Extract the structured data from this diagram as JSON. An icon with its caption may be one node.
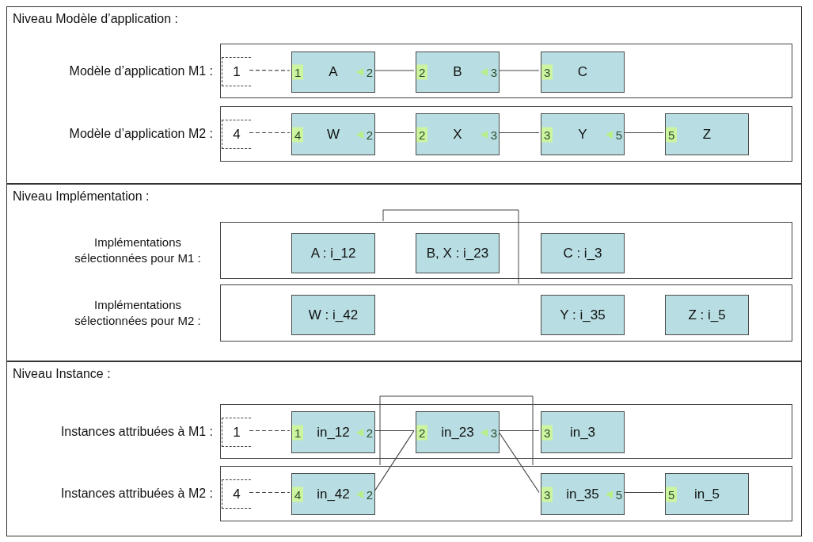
{
  "diagram": {
    "nodes": [
      {
        "text": [
          "Niveau Modèle d’application :"
        ]
      },
      {
        "text": [
          "Modèle d’application M1 :"
        ],
        "in": 0
      },
      {
        "text": [
          "1"
        ],
        "in": 1
      },
      {
        "text": [
          "1",
          "A",
          "2"
        ],
        "in": 1
      },
      {
        "text": [
          "2",
          "B",
          "3"
        ],
        "in": 1
      },
      {
        "text": [
          "3",
          "C"
        ],
        "in": 1
      },
      {
        "text": [
          "Modèle d’application M2 :"
        ],
        "in": 0
      },
      {
        "text": [
          "4"
        ],
        "in": 6
      },
      {
        "text": [
          "4",
          "W",
          "2"
        ],
        "in": 6
      },
      {
        "text": [
          "2",
          "X",
          "3"
        ],
        "in": 6
      },
      {
        "text": [
          "3",
          "Y",
          "5"
        ],
        "in": 6
      },
      {
        "text": [
          "5",
          "Z"
        ],
        "in": 6
      },
      {
        "text": [
          "Niveau Implémentation :"
        ]
      },
      {
        "text": [
          "Implémentations sélectionnées pour M1 :"
        ],
        "in": 12
      },
      {
        "text": [
          "A : i_12"
        ],
        "in": 13
      },
      {
        "text": [
          "B, X : i_23"
        ],
        "in": 13
      },
      {
        "text": [
          "C : i_3"
        ],
        "in": 13
      },
      {
        "text": [
          "Implémentations sélectionnées pour M2 :"
        ],
        "in": 12
      },
      {
        "text": [
          "W : i_42"
        ],
        "in": 17
      },
      {
        "text": [
          "Y : i_35"
        ],
        "in": 17
      },
      {
        "text": [
          "Z : i_5"
        ],
        "in": 17
      },
      {
        "text": [
          "Niveau Instance :"
        ]
      },
      {
        "text": [
          "Instances attribuées à M1 :"
        ],
        "in": 21
      },
      {
        "text": [
          "1"
        ],
        "in": 22
      },
      {
        "text": [
          "1",
          "in_12",
          "2"
        ],
        "in": 22
      },
      {
        "text": [
          "2",
          "in_23",
          "3"
        ],
        "in": 22
      },
      {
        "text": [
          "3",
          "in_3"
        ],
        "in": 22
      },
      {
        "text": [
          "Instances attribuées à M2 :"
        ],
        "in": 21
      },
      {
        "text": [
          "4"
        ],
        "in": 27
      },
      {
        "text": [
          "4",
          "in_42",
          "2"
        ],
        "in": 27
      },
      {
        "text": [
          "3",
          "in_35",
          "5"
        ],
        "in": 27
      },
      {
        "text": [
          "5",
          "in_5"
        ],
        "in": 27
      }
    ],
    "edges": [
      {
        "from": 2,
        "to": 3,
        "arrow": "none",
        "style": "dashed"
      },
      {
        "from": 3,
        "to": 4,
        "arrow": "none"
      },
      {
        "from": 4,
        "to": 5,
        "arrow": "none"
      },
      {
        "from": 7,
        "to": 8,
        "arrow": "none",
        "style": "dashed"
      },
      {
        "from": 8,
        "to": 9,
        "arrow": "none"
      },
      {
        "from": 9,
        "to": 10,
        "arrow": "none"
      },
      {
        "from": 10,
        "to": 11,
        "arrow": "none"
      },
      {
        "from": 23,
        "to": 24,
        "arrow": "none",
        "style": "dashed"
      },
      {
        "from": 24,
        "to": 25,
        "arrow": "none"
      },
      {
        "from": 25,
        "to": 26,
        "arrow": "none"
      },
      {
        "from": 29,
        "to": 25,
        "arrow": "none"
      },
      {
        "from": 25,
        "to": 30,
        "arrow": "none"
      },
      {
        "from": 28,
        "to": 29,
        "arrow": "none",
        "style": "dashed"
      },
      {
        "from": 30,
        "to": 31,
        "arrow": "none"
      }
    ]
  }
}
